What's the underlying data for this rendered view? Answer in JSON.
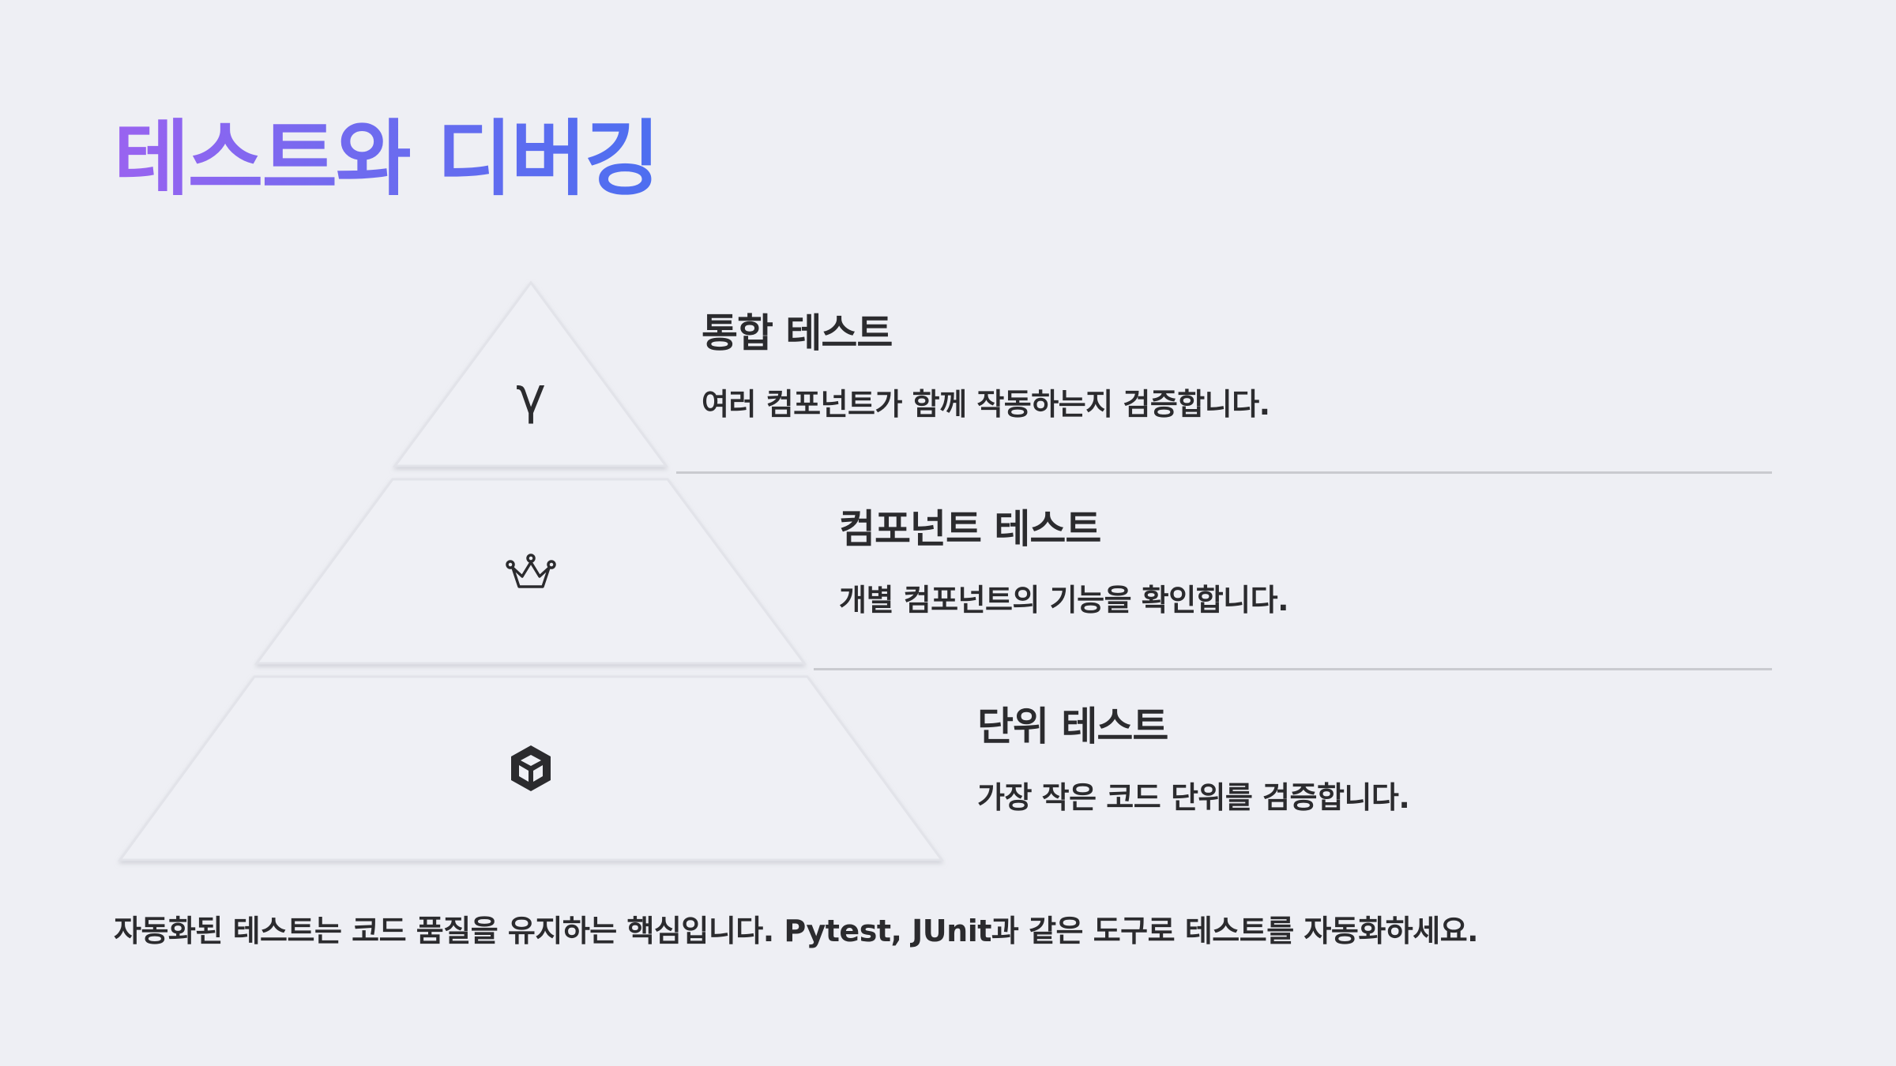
{
  "title": "테스트와 디버깅",
  "tiers": [
    {
      "icon": "lambda-icon",
      "icon_glyph": "γ",
      "heading": "통합 테스트",
      "description": "여러 컴포넌트가 함께 작동하는지 검증합니다."
    },
    {
      "icon": "crown-icon",
      "heading": "컴포넌트 테스트",
      "description": "개별 컴포넌트의 기능을 확인합니다."
    },
    {
      "icon": "unity-icon",
      "heading": "단위 테스트",
      "description": "가장 작은 코드 단위를 검증합니다."
    }
  ],
  "footer": "자동화된 테스트는 코드 품질을 유지하는 핵심입니다. Pytest, JUnit과 같은 도구로 테스트를 자동화하세요.",
  "colors": {
    "background": "#eeeff4",
    "title_gradient_start": "#9a63f0",
    "title_gradient_end": "#4d6ef0",
    "text": "#2b2b2e",
    "divider": "#c9cacf"
  }
}
